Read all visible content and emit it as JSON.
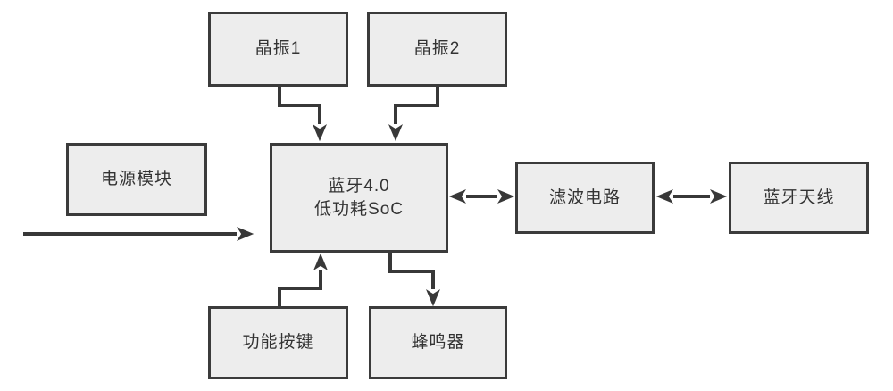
{
  "diagram": {
    "type": "block-diagram",
    "subject": "Bluetooth 4.0 low-power SoC system",
    "colors": {
      "background": "#ffffff",
      "node_fill": "#ededed",
      "node_border": "#3b3b3b",
      "connector": "#383838",
      "text": "#333333"
    },
    "nodes": [
      {
        "id": "crystal1",
        "label": "晶振1"
      },
      {
        "id": "crystal2",
        "label": "晶振2"
      },
      {
        "id": "power",
        "label": "电源模块"
      },
      {
        "id": "soc",
        "label_line1": "蓝牙4.0",
        "label_line2": "低功耗SoC"
      },
      {
        "id": "filter",
        "label": "滤波电路"
      },
      {
        "id": "antenna",
        "label": "蓝牙天线"
      },
      {
        "id": "button",
        "label": "功能按键"
      },
      {
        "id": "buzzer",
        "label": "蜂鸣器"
      }
    ],
    "edges": [
      {
        "from": "crystal1",
        "to": "soc",
        "style": "elbow",
        "direction": "one-way"
      },
      {
        "from": "crystal2",
        "to": "soc",
        "style": "elbow",
        "direction": "one-way"
      },
      {
        "from": "power",
        "to": "soc",
        "style": "straight",
        "direction": "one-way"
      },
      {
        "from": "soc",
        "to": "filter",
        "style": "straight",
        "direction": "two-way"
      },
      {
        "from": "filter",
        "to": "antenna",
        "style": "straight",
        "direction": "two-way"
      },
      {
        "from": "button",
        "to": "soc",
        "style": "elbow",
        "direction": "one-way"
      },
      {
        "from": "soc",
        "to": "buzzer",
        "style": "elbow",
        "direction": "one-way"
      }
    ]
  }
}
